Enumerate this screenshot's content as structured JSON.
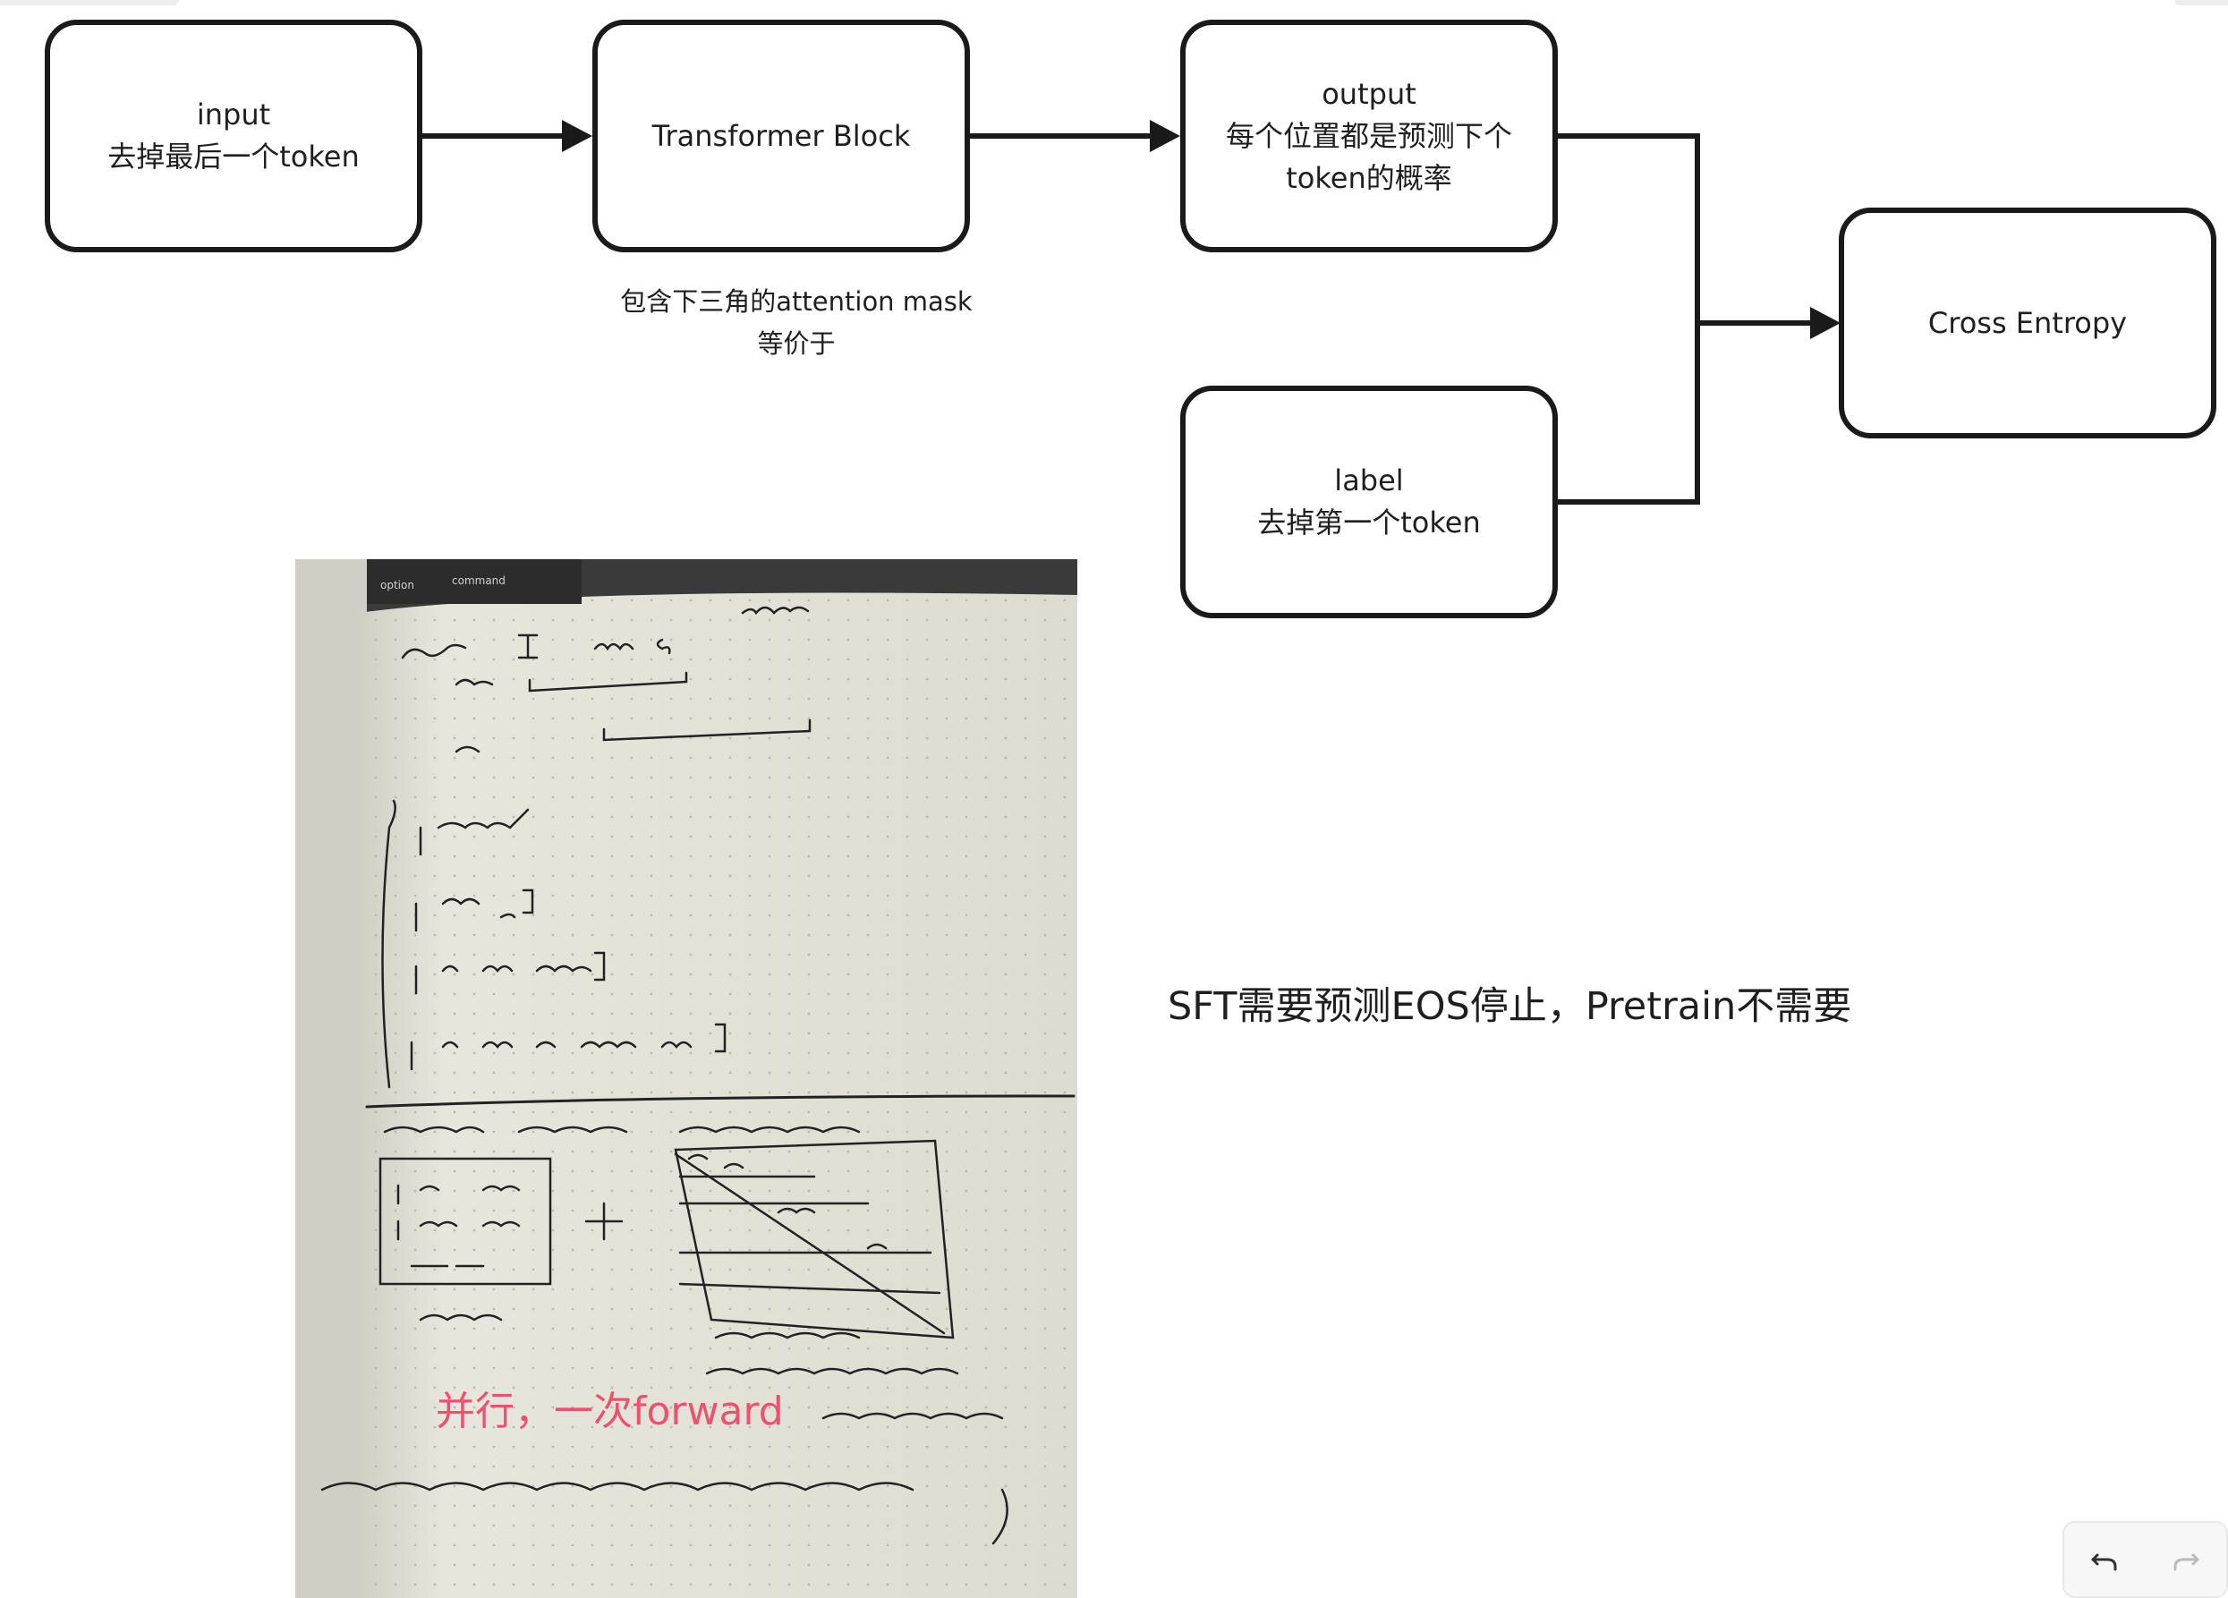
{
  "nodes": {
    "input": {
      "line1": "input",
      "line2": "去掉最后一个token"
    },
    "transformer": {
      "line1": "Transformer Block"
    },
    "output": {
      "line1": "output",
      "line2": "每个位置都是预测下个",
      "line3": "token的概率"
    },
    "label": {
      "line1": "label",
      "line2": "去掉第一个token"
    },
    "cross_entropy": {
      "line1": "Cross Entropy"
    }
  },
  "notes": {
    "attention": {
      "line1": "包含下三角的attention mask",
      "line2": "等价于"
    },
    "sft": "SFT需要预测EOS停止，Pretrain不需要"
  },
  "photo": {
    "annotation": "并行，一次forward",
    "keys": {
      "option": "option",
      "command": "command"
    }
  },
  "toolbar": {
    "undo_icon": "undo-icon",
    "redo_icon": "redo-icon"
  },
  "colors": {
    "stroke": "#1a1a1a",
    "annotation": "#f0506e"
  }
}
